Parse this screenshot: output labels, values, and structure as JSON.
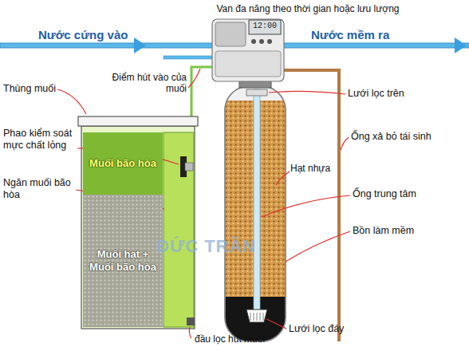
{
  "diagram": {
    "nodes": [
      {
        "text": [
          "Muối bão hòa"
        ]
      },
      {
        "text": [
          "Muối hạt + Muối bão hòa"
        ]
      }
    ],
    "labels": [
      "Van đa năng theo thời gian hoặc lưu lượng",
      "Nước cứng vào",
      "Nước mềm ra",
      "Thùng muối",
      "Điểm hút vào của muối",
      "Lưới lọc trên",
      "Ống xả bỏ tái sinh",
      "Phao kiểm soát mực chất lỏng",
      "Hạt nhựa",
      "Ngăn muối bão hòa",
      "Ống trung tâm",
      "Bồn làm mềm",
      "Lưới lọc đáy",
      "đầu lọc hút muối",
      "12:00",
      "ĐỨC TRẦN"
    ]
  }
}
